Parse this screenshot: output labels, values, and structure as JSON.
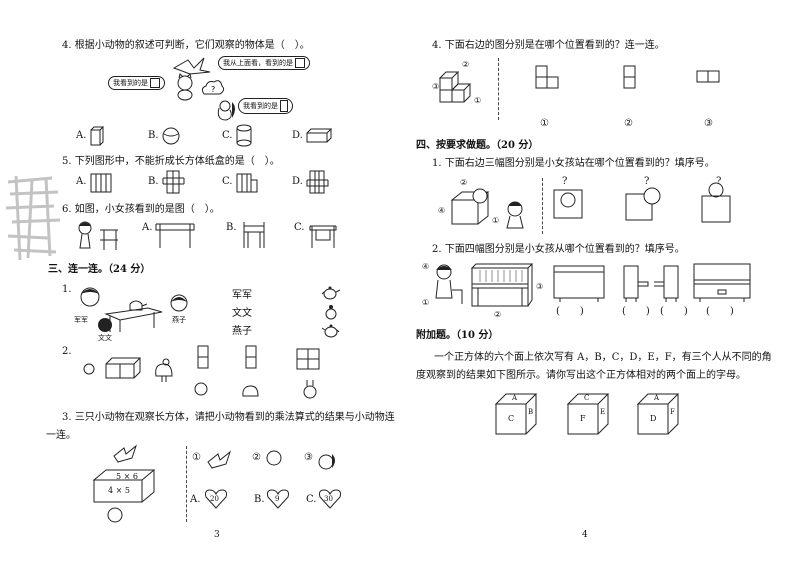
{
  "left": {
    "q4": {
      "text": "4. 根据小动物的叙述可判断，它们观察的物体是（　）。",
      "bubbles": [
        "我从上面看，看到的是",
        "我看到的是",
        "我看到的是"
      ],
      "options": [
        "A.",
        "B.",
        "C.",
        "D."
      ]
    },
    "q5": {
      "text": "5. 下列图形中，不能折成长方体纸盒的是（　）。",
      "options": [
        "A.",
        "B.",
        "C.",
        "D."
      ]
    },
    "q6": {
      "text": "6. 如图，小女孩看到的是图（　）。",
      "options": [
        "A.",
        "B.",
        "C."
      ]
    },
    "s3": {
      "title": "三、连一连。（24 分）",
      "item1": "1.",
      "kid_labels": [
        "军军",
        "文文",
        "燕子"
      ],
      "names": [
        "军军",
        "文文",
        "燕子"
      ],
      "item2": "2.",
      "q3_line1": "3. 三只小动物在观察长方体，请把小动物看到的乘法算式的结果与小动物连",
      "q3_line2": "一连。",
      "box_faces": [
        "5 × 6",
        "4 × 5"
      ],
      "circled": [
        "①",
        "②",
        "③"
      ],
      "answer_letters": [
        "A.",
        "B.",
        "C."
      ],
      "answer_values": [
        "20",
        "9",
        "30"
      ]
    },
    "page_number": "3"
  },
  "right": {
    "q4": {
      "text": "4. 下面右边的图分别是在哪个位置看到的？连一连。",
      "circled": [
        "①",
        "②",
        "③"
      ],
      "answers": [
        "①",
        "②",
        "③"
      ]
    },
    "s4": {
      "title": "四、按要求做题。（20 分）",
      "q1": "1. 下面右边三幅图分别是小女孩站在哪个位置看到的？填序号。",
      "q1_marks": [
        "④",
        "②",
        "①"
      ],
      "q2": "2. 下面四幅图分别是小女孩从哪个位置看到的？填序号。",
      "q2_marks": [
        "④",
        "①",
        "③",
        "②"
      ],
      "blanks": [
        "(　　)",
        "(　　)",
        "(　　)",
        "(　　)"
      ],
      "question_mark": "?"
    },
    "bonus": {
      "title": "附加题。（10 分）",
      "line1": "一个正方体的六个面上依次写有 A，B，C，D，E，F，有三个人从不同的角",
      "line2": "度观察到的结果如下图所示。请你写出这个正方体相对的两个面上的字母。",
      "cubes": [
        {
          "front": "C",
          "top": "A",
          "side": "B"
        },
        {
          "front": "F",
          "top": "C",
          "side": "E"
        },
        {
          "front": "D",
          "top": "A",
          "side": "F"
        }
      ]
    },
    "page_number": "4"
  },
  "colors": {
    "ink": "#111111",
    "paper": "#ffffff",
    "stamp": "#555555"
  },
  "icons": [
    "bird-icon",
    "cat-icon",
    "squirrel-icon",
    "cube-icon",
    "cylinder-icon",
    "ball-icon",
    "teapot-icon",
    "rooster-icon",
    "chair-icon",
    "table-icon",
    "piano-icon",
    "girl-icon",
    "boy-icon",
    "heart-icon"
  ]
}
